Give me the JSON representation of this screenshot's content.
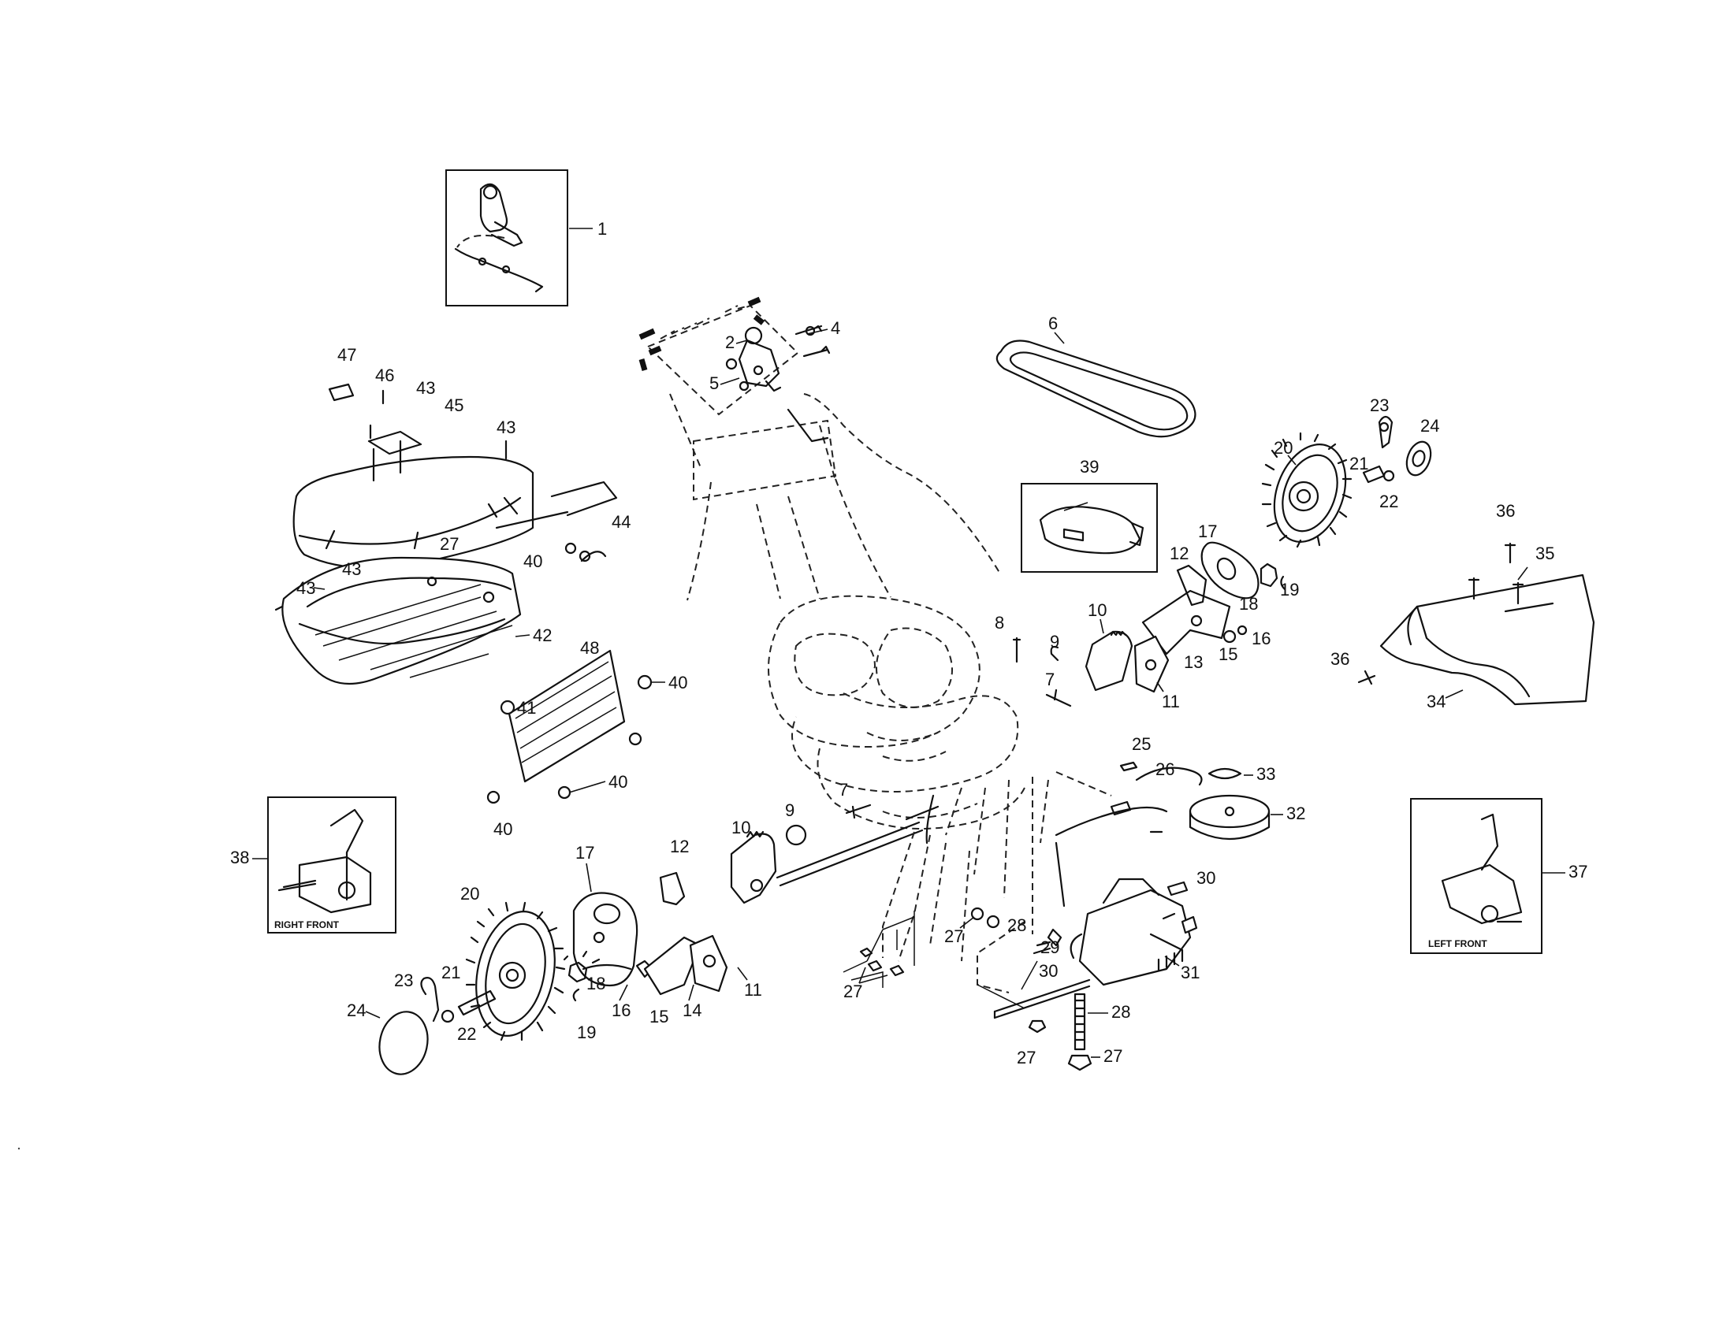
{
  "diagram": {
    "callouts": {
      "c1": "1",
      "c2": "2",
      "c4": "4",
      "c5": "5",
      "c6": "6",
      "c7a": "7",
      "c7b": "7",
      "c8": "8",
      "c9a": "9",
      "c9b": "9",
      "c10a": "10",
      "c10b": "10",
      "c11a": "11",
      "c11b": "11",
      "c12a": "12",
      "c12b": "12",
      "c13": "13",
      "c15a": "15",
      "c15b": "15",
      "c14": "14",
      "c16a": "16",
      "c16b": "16",
      "c17a": "17",
      "c17b": "17",
      "c18a": "18",
      "c18b": "18",
      "c19a": "19",
      "c19b": "19",
      "c20a": "20",
      "c20b": "20",
      "c21a": "21",
      "c21b": "21",
      "c22a": "22",
      "c22b": "22",
      "c23a": "23",
      "c23b": "23",
      "c24a": "24",
      "c24b": "24",
      "c25": "25",
      "c26": "26",
      "c27a": "27",
      "c27b": "27",
      "c27c": "27",
      "c27d": "27",
      "c27e": "27",
      "c28a": "28",
      "c28b": "28",
      "c29": "29",
      "c30a": "30",
      "c30b": "30",
      "c31": "31",
      "c32": "32",
      "c33": "33",
      "c34": "34",
      "c35": "35",
      "c36a": "36",
      "c36b": "36",
      "c37": "37",
      "c38": "38",
      "c39": "39",
      "c40a": "40",
      "c40b": "40",
      "c40c": "40",
      "c40d": "40",
      "c41": "41",
      "c42": "42",
      "c43a": "43",
      "c43b": "43",
      "c43c": "43",
      "c43d": "43",
      "c44": "44",
      "c45": "45",
      "c46": "46",
      "c47": "47",
      "c48": "48"
    },
    "captions": {
      "right_front": "RIGHT FRONT",
      "left_front": "LEFT FRONT"
    }
  }
}
